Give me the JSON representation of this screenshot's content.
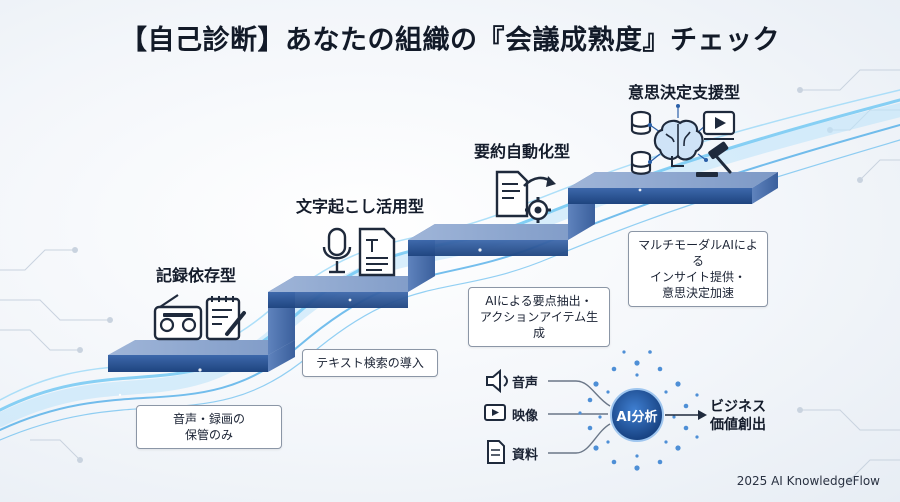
{
  "title": "【自己診断】あなたの組織の『会議成熟度』チェック",
  "stages": [
    {
      "title": "記録依存型",
      "icons": [
        "radio-recorder-icon",
        "notepad-icon"
      ],
      "description": [
        "音声・録画の",
        "保管のみ"
      ]
    },
    {
      "title": "文字起こし活用型",
      "icons": [
        "microphone-icon",
        "text-document-icon"
      ],
      "description": [
        "テキスト検索の導入"
      ]
    },
    {
      "title": "要約自動化型",
      "icons": [
        "document-summary-gear-icon"
      ],
      "description": [
        "AIによる要点抽出・",
        "アクションアイテム生成"
      ]
    },
    {
      "title": "意思決定支援型",
      "icons": [
        "database-icon",
        "brain-icon",
        "video-play-icon",
        "gavel-icon"
      ],
      "description": [
        "マルチモーダルAIによる",
        "インサイト提供・",
        "意思決定加速"
      ]
    }
  ],
  "ai_diagram": {
    "inputs": [
      {
        "label": "音声",
        "icon": "speaker-icon"
      },
      {
        "label": "映像",
        "icon": "video-play-icon"
      },
      {
        "label": "資料",
        "icon": "document-icon"
      }
    ],
    "hub_label": "AI分析",
    "output_label": [
      "ビジネス",
      "価値創出"
    ]
  },
  "footer": "2025 AI KnowledgeFlow",
  "colors": {
    "step_top": "#6f8fc0",
    "step_front": "#2f5a9c",
    "wave": "#4db3ec",
    "hub": "#1d4f9a",
    "text": "#141c2b"
  }
}
